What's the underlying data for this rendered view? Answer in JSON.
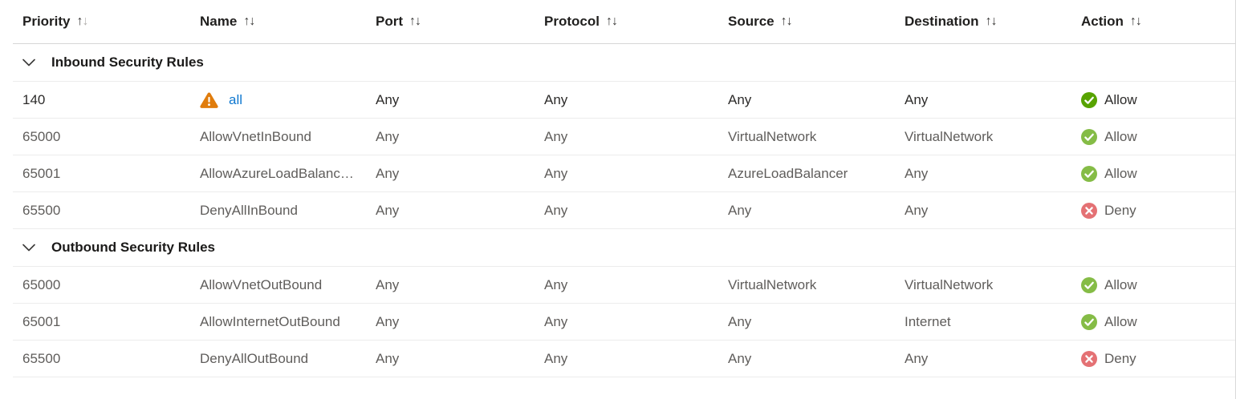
{
  "colors": {
    "link": "#0f78d0",
    "warning": "#e07c0c",
    "allow": "#57a300",
    "deny": "#db3b3f",
    "header_text": "#201f1e",
    "row_text": "#2c2b2a",
    "muted_text": "#5f5d5b",
    "divider": "#ececec",
    "header_divider": "#d6d6d6"
  },
  "icons": {
    "sort_up": "↑",
    "sort_down": "↓",
    "chevron": "chevron-down-icon",
    "warning": "warning-triangle-icon",
    "allow": "check-circle-icon",
    "deny": "x-circle-icon"
  },
  "table": {
    "columns": [
      {
        "label": "Priority",
        "sorted": true
      },
      {
        "label": "Name",
        "sorted": false
      },
      {
        "label": "Port",
        "sorted": false
      },
      {
        "label": "Protocol",
        "sorted": false
      },
      {
        "label": "Source",
        "sorted": false
      },
      {
        "label": "Destination",
        "sorted": false
      },
      {
        "label": "Action",
        "sorted": false
      }
    ],
    "groups": [
      {
        "title": "Inbound Security Rules",
        "rows": [
          {
            "priority": "140",
            "name": "all",
            "link": true,
            "warning_icon": true,
            "port": "Any",
            "protocol": "Any",
            "source": "Any",
            "destination": "Any",
            "action": "Allow",
            "action_type": "allow",
            "muted": false
          },
          {
            "priority": "65000",
            "name": "AllowVnetInBound",
            "link": false,
            "warning_icon": false,
            "port": "Any",
            "protocol": "Any",
            "source": "VirtualNetwork",
            "destination": "VirtualNetwork",
            "action": "Allow",
            "action_type": "allow",
            "muted": true
          },
          {
            "priority": "65001",
            "name": "AllowAzureLoadBalanc…",
            "link": false,
            "warning_icon": false,
            "port": "Any",
            "protocol": "Any",
            "source": "AzureLoadBalancer",
            "destination": "Any",
            "action": "Allow",
            "action_type": "allow",
            "muted": true
          },
          {
            "priority": "65500",
            "name": "DenyAllInBound",
            "link": false,
            "warning_icon": false,
            "port": "Any",
            "protocol": "Any",
            "source": "Any",
            "destination": "Any",
            "action": "Deny",
            "action_type": "deny",
            "muted": true
          }
        ]
      },
      {
        "title": "Outbound Security Rules",
        "rows": [
          {
            "priority": "65000",
            "name": "AllowVnetOutBound",
            "link": false,
            "warning_icon": false,
            "port": "Any",
            "protocol": "Any",
            "source": "VirtualNetwork",
            "destination": "VirtualNetwork",
            "action": "Allow",
            "action_type": "allow",
            "muted": true
          },
          {
            "priority": "65001",
            "name": "AllowInternetOutBound",
            "link": false,
            "warning_icon": false,
            "port": "Any",
            "protocol": "Any",
            "source": "Any",
            "destination": "Internet",
            "action": "Allow",
            "action_type": "allow",
            "muted": true
          },
          {
            "priority": "65500",
            "name": "DenyAllOutBound",
            "link": false,
            "warning_icon": false,
            "port": "Any",
            "protocol": "Any",
            "source": "Any",
            "destination": "Any",
            "action": "Deny",
            "action_type": "deny",
            "muted": true
          }
        ]
      }
    ]
  }
}
